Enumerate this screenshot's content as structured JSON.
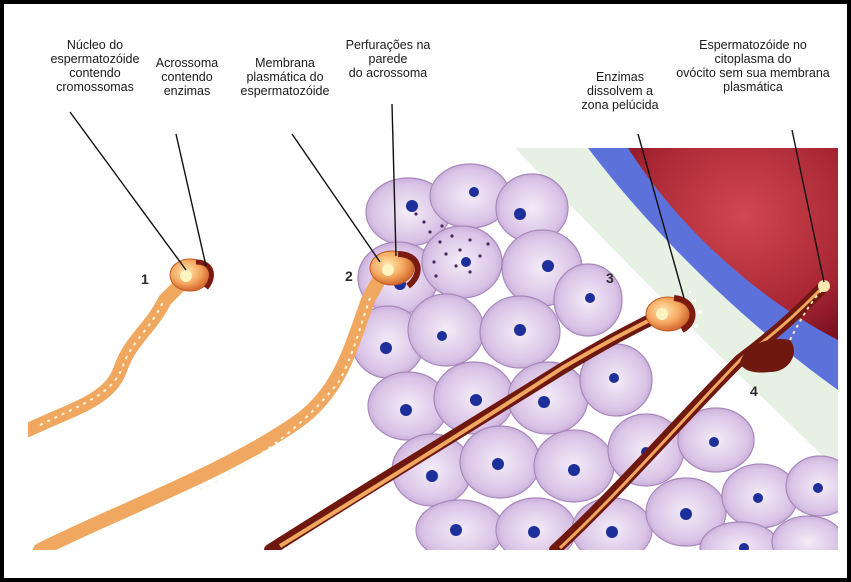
{
  "labels": {
    "nucleus": "Núcleo do\nespermatozóide\ncontendo\ncromossomas",
    "acrosome": "Acrossoma\ncontendo\nenzimas",
    "membrane": "Membrana\nplasmática do\nespermatozóide",
    "perforations": "Perfurações na\nparede\ndo acrossoma",
    "enzymes": "Enzimas\ndissolvem a\nzona pelúcida",
    "sperm_in_oocyte": "Espermatozóide no\ncitoplasma do\novócito sem sua membrana\nplasmática"
  },
  "stages": [
    "1",
    "2",
    "3",
    "4"
  ],
  "colors": {
    "sperm": "#f0a860",
    "sperm_dark": "#7a1a10",
    "cell": "#d9c6e4",
    "cell_nucleus": "#1d2f9a",
    "zona": "#e4f0e4",
    "oocyte_ring": "#5a70d8",
    "oocyte": "#b0303c"
  }
}
